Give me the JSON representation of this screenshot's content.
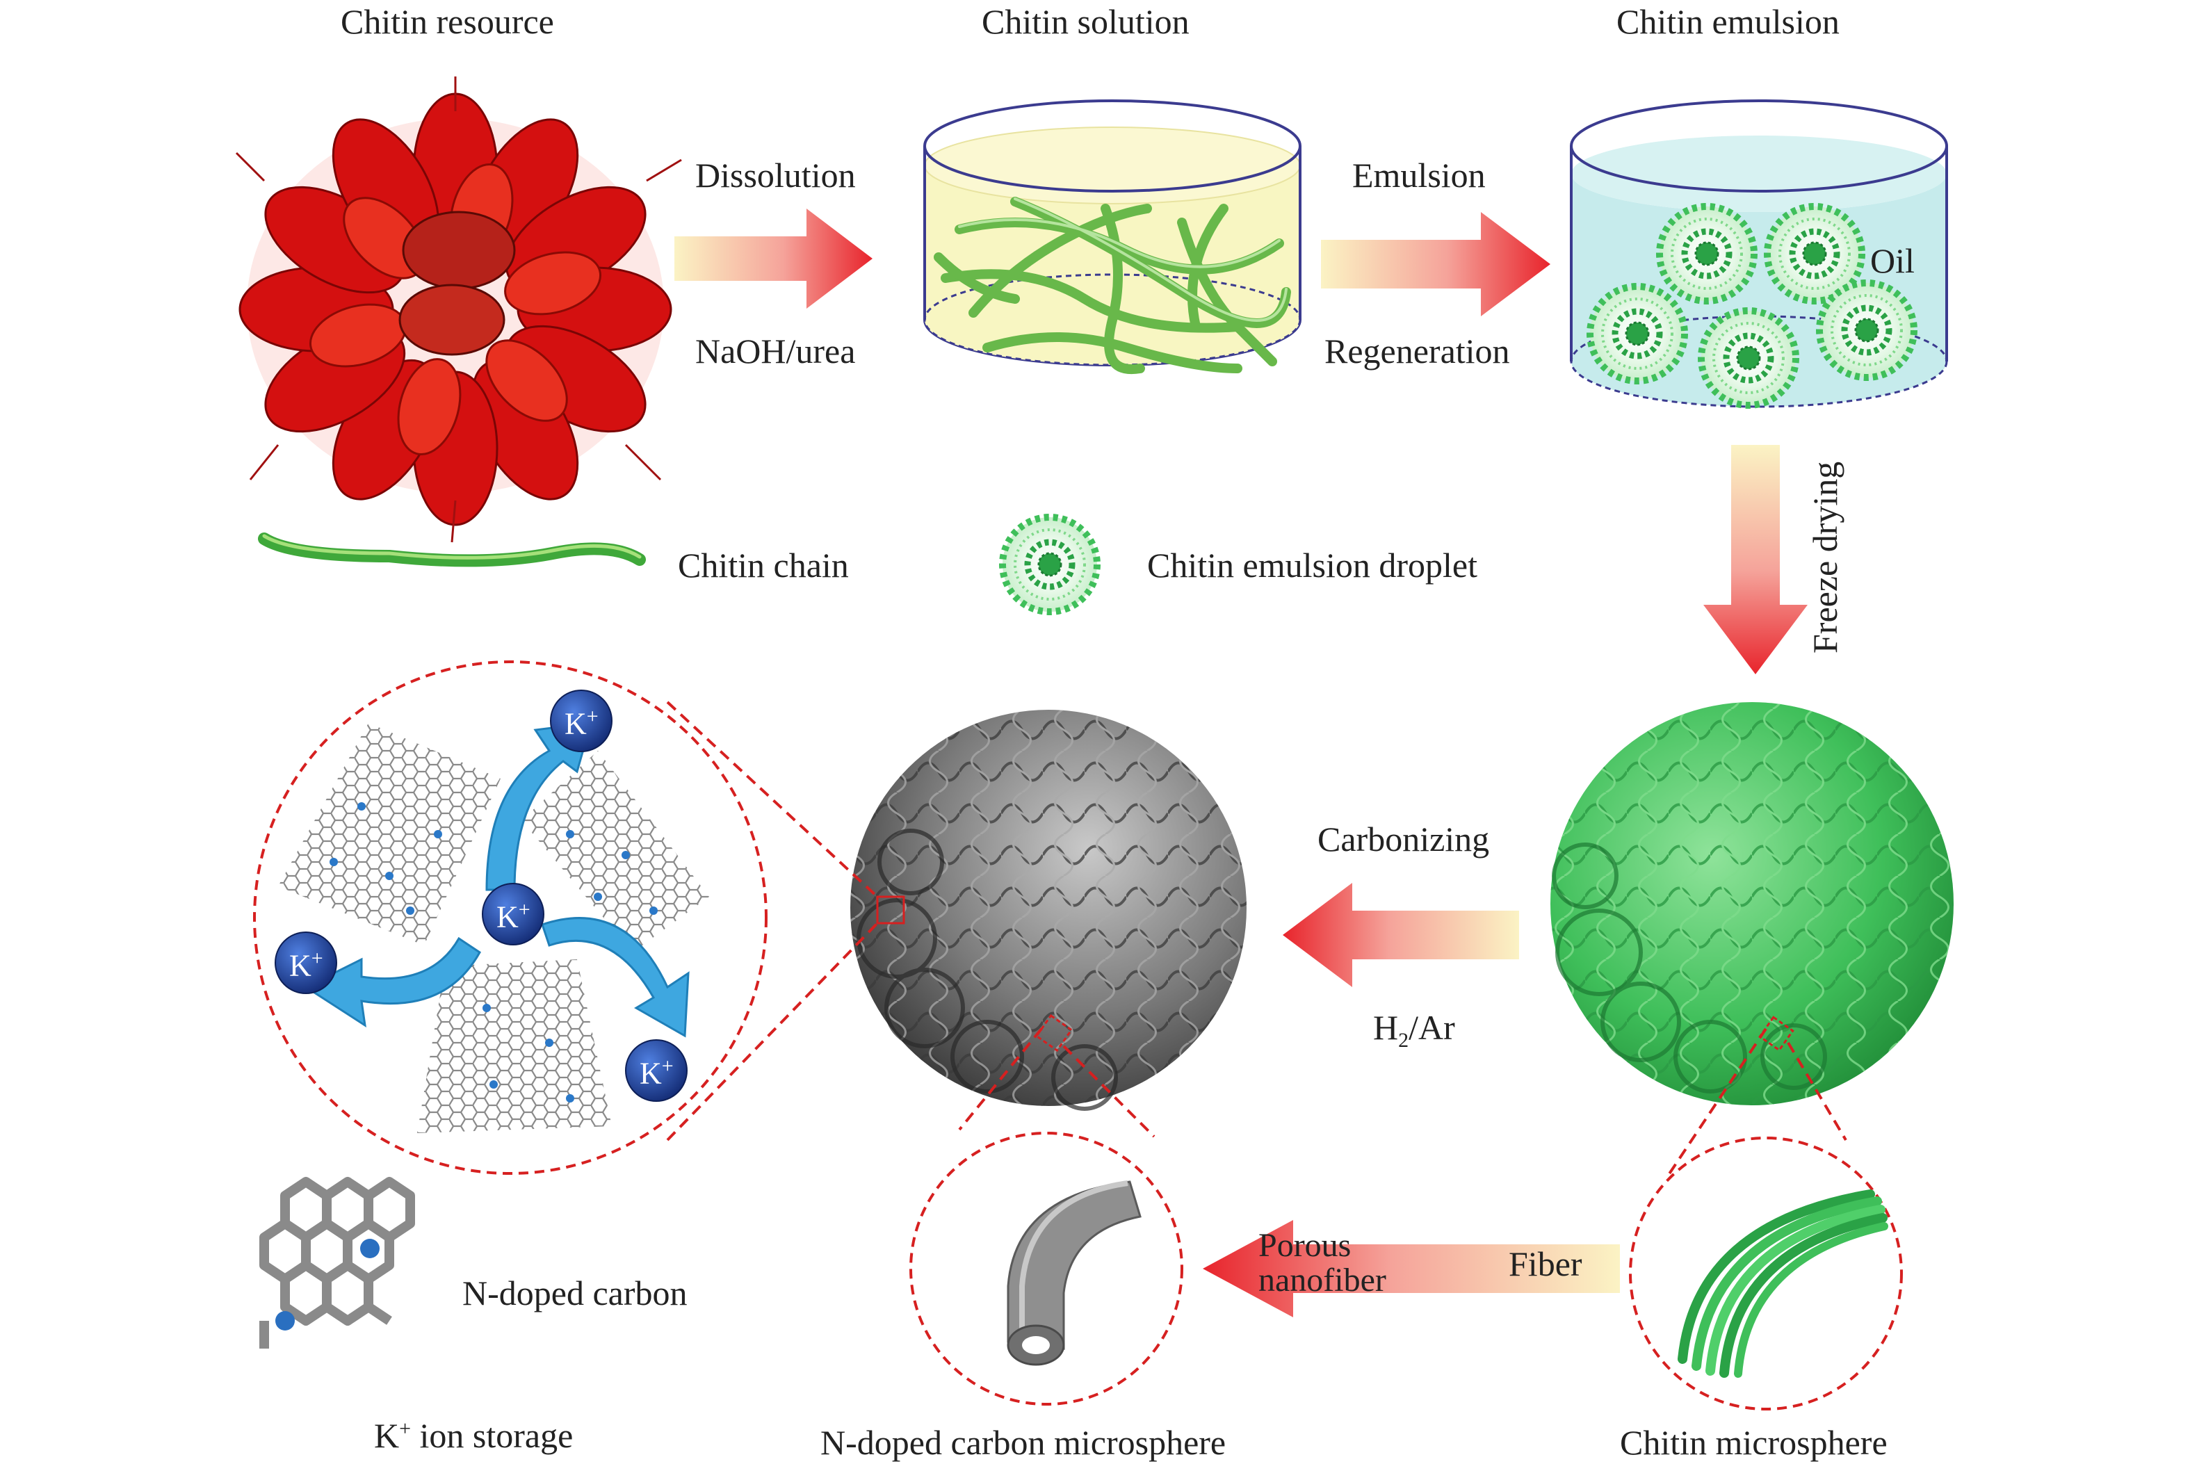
{
  "stages": {
    "resource": "Chitin resource",
    "solution": "Chitin solution",
    "emulsion": "Chitin emulsion",
    "microsphere": "Chitin microsphere",
    "carbon": "N-doped carbon microsphere"
  },
  "steps": {
    "dissolution": "Dissolution",
    "naoh": "NaOH/urea",
    "emulsion": "Emulsion",
    "regeneration": "Regeneration",
    "freeze": "Freeze drying",
    "carbonizing": "Carbonizing",
    "h2": "H",
    "h2_sub": "2",
    "h2_rest": "/Ar",
    "fiber": "Fiber",
    "porous1": "Porous",
    "porous2": "nanofiber"
  },
  "labels": {
    "oil": "Oil",
    "chain": "Chitin chain",
    "droplet": "Chitin emulsion droplet",
    "ndoped": "N-doped carbon",
    "k": "K",
    "kplus": "+",
    "storage": " ion storage"
  },
  "colors": {
    "arrow_red": "#e8242c",
    "arrow_cream": "#fbf3c4",
    "chitin_green": "#3fbf5a",
    "carbon_gray": "#5f5f5f",
    "k_ion_blue": "#1f3f9c",
    "swirl_blue": "#3ea7e0",
    "zoom_red": "#d62020"
  }
}
